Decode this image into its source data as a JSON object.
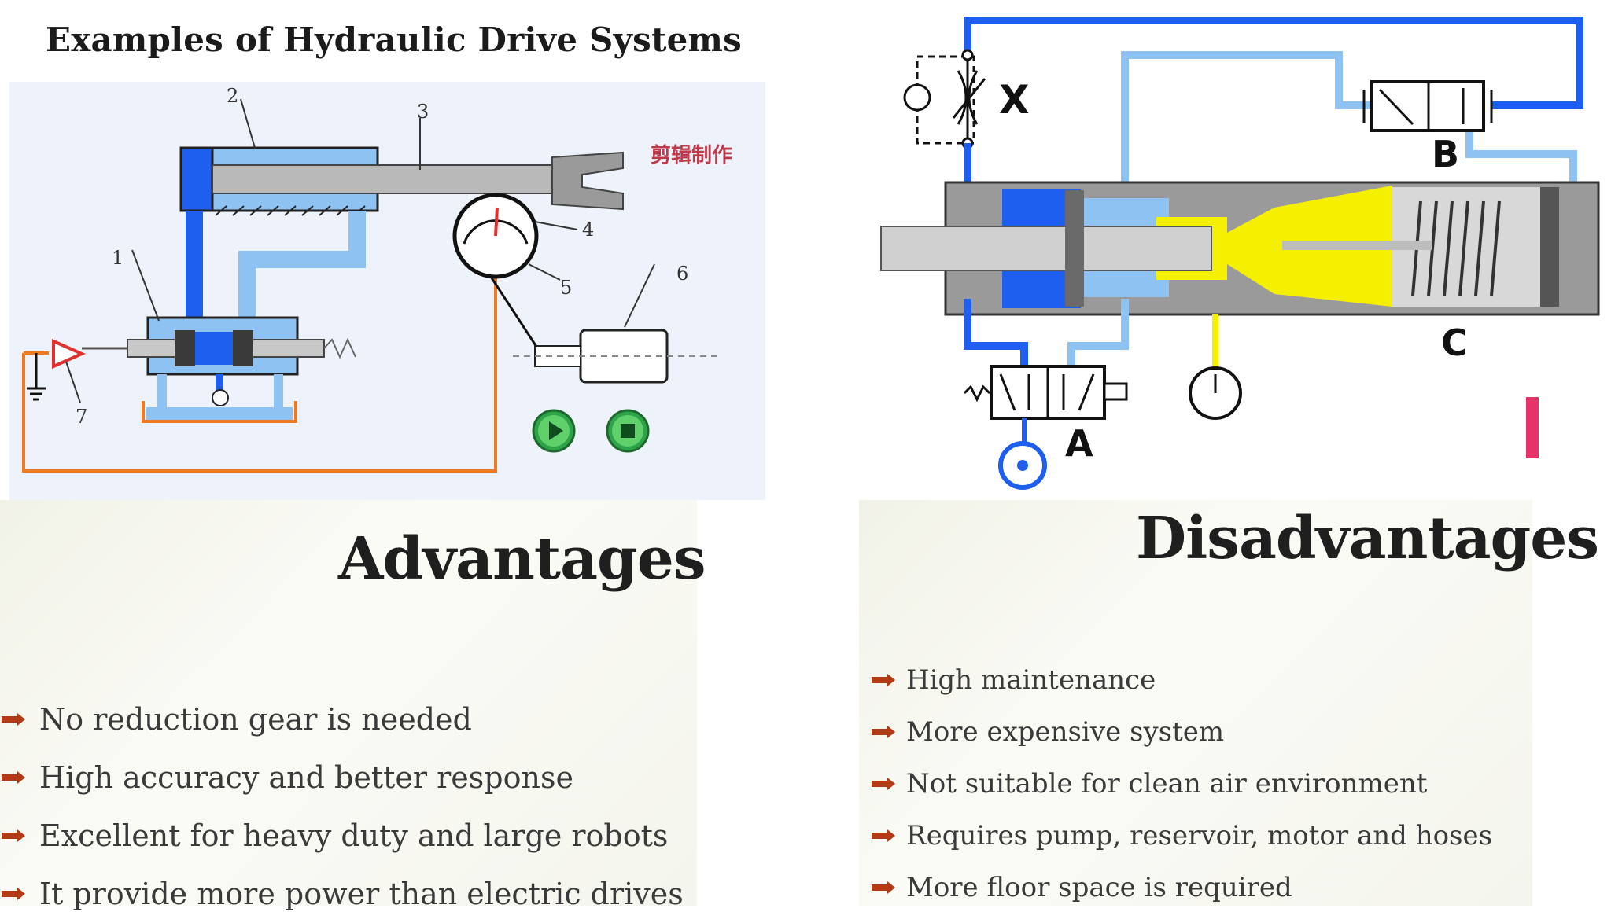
{
  "slide": {
    "title": "Examples of Hydraulic Drive Systems",
    "watermark": "剪辑制作",
    "left_figure": {
      "part_numbers": [
        "1",
        "2",
        "3",
        "4",
        "5",
        "6",
        "7"
      ],
      "controls": [
        "play-button",
        "stop-button"
      ]
    },
    "right_figure": {
      "labels": {
        "x": "X",
        "b": "B",
        "c": "C",
        "a": "A"
      }
    },
    "colors": {
      "pressure_blue": "#1f5ff0",
      "return_blue": "#8ec2f2",
      "oil_yellow": "#f5f000",
      "pipe_orange": "#f07a20",
      "bullet_arrow": "#b23a14",
      "accent_pink": "#e8326a"
    }
  },
  "advantages": {
    "heading": "Advantages",
    "items": [
      "No reduction gear is needed",
      "High accuracy and better response",
      "Excellent for heavy duty and large robots",
      "It provide more power than electric drives"
    ]
  },
  "disadvantages": {
    "heading": "Disadvantages",
    "items": [
      "High maintenance",
      "More expensive system",
      "Not suitable for clean air environment",
      "Requires pump, reservoir, motor and hoses",
      "More floor space is required"
    ]
  }
}
